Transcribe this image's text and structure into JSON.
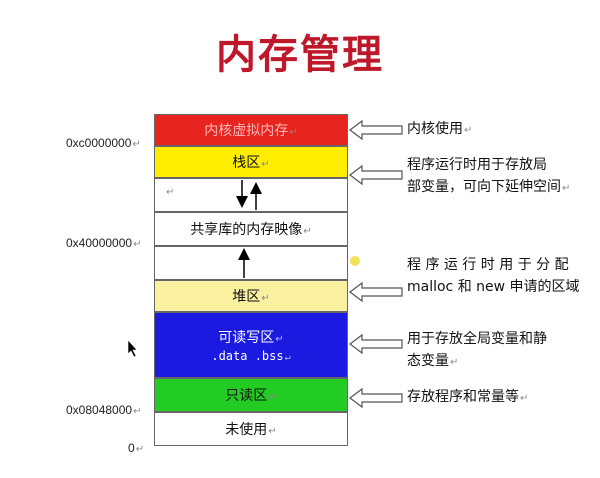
{
  "title": "内存管理",
  "paragraph_mark": "↵",
  "addresses": {
    "kernel_start": "0xc0000000",
    "mmap_base": "0x40000000",
    "text_start": "0x08048000",
    "zero": "0"
  },
  "segments": {
    "kernel": {
      "label": "内核虚拟内存",
      "color": "#e8241e",
      "text_color": "#ffbbbb"
    },
    "stack": {
      "label": "栈区",
      "color": "#ffee00"
    },
    "gap1": {
      "label": ""
    },
    "shared": {
      "label": "共享库的内存映像",
      "color": "#ffffff"
    },
    "gap2": {
      "label": ""
    },
    "heap": {
      "label": "堆区",
      "color": "#fbf0a0"
    },
    "data": {
      "label": "可读写区",
      "sub": ".data .bss",
      "color": "#1a1ae0",
      "text_color": "#ffffff"
    },
    "rodata": {
      "label": "只读区",
      "color": "#22cc22"
    },
    "unused": {
      "label": "未使用",
      "color": "#ffffff"
    }
  },
  "notes": {
    "kernel": "内核使用",
    "stack_line1": "程序运行时用于存放局",
    "stack_line2": "部变量，可向下延伸空间",
    "heap_line1": "程 序 运 行 时 用 于 分 配",
    "heap_line2": "malloc 和 new 申请的区域",
    "data_line1": "用于存放全局变量和静",
    "data_line2": "态变量",
    "rodata": "存放程序和常量等"
  }
}
